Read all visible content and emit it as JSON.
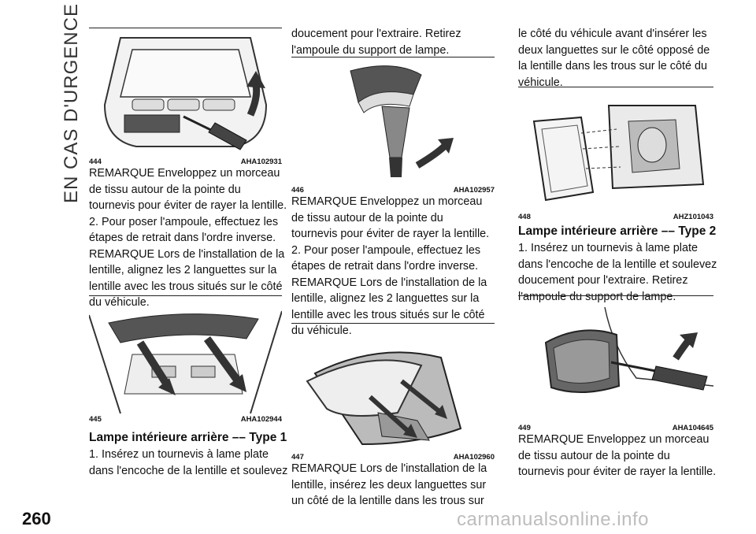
{
  "section_title": "EN CAS D'URGENCE",
  "page_number": "260",
  "watermark": "carmanualsonline.info",
  "col1": {
    "fig444": {
      "num": "444",
      "code": "AHA102931"
    },
    "p1": [
      "REMARQUE Enveloppez un morceau",
      "de tissu autour de la pointe du",
      "tournevis pour éviter de rayer la lentille.",
      "2. Pour poser l'ampoule, effectuez les",
      "étapes de retrait dans l'ordre inverse.",
      "REMARQUE Lors de l'installation de la",
      "lentille, alignez les 2 languettes sur la",
      "lentille avec les trous situés sur le côté",
      "du véhicule."
    ],
    "fig445": {
      "num": "445",
      "code": "AHA102944"
    },
    "heading": "Lampe intérieure arrière –– Type 1",
    "p2": [
      "1. Insérez un tournevis à lame plate",
      "dans l'encoche de la lentille et soulevez"
    ]
  },
  "col2": {
    "p0": [
      "doucement pour l'extraire. Retirez",
      "l'ampoule du support de lampe."
    ],
    "fig446": {
      "num": "446",
      "code": "AHA102957"
    },
    "p1": [
      "REMARQUE Enveloppez un morceau",
      "de tissu autour de la pointe du",
      "tournevis pour éviter de rayer la lentille.",
      "2. Pour poser l'ampoule, effectuez les",
      "étapes de retrait dans l'ordre inverse.",
      "REMARQUE Lors de l'installation de la",
      "lentille, alignez les 2 languettes sur la",
      "lentille avec les trous situés sur le côté",
      "du véhicule."
    ],
    "fig447": {
      "num": "447",
      "code": "AHA102960"
    },
    "p2": [
      "REMARQUE Lors de l'installation de la",
      "lentille, insérez les deux languettes sur",
      "un côté de la lentille dans les trous sur"
    ]
  },
  "col3": {
    "p0": [
      "le côté du véhicule avant d'insérer les",
      "deux languettes sur le côté opposé de",
      "la lentille dans les trous sur le côté du",
      "véhicule."
    ],
    "fig448": {
      "num": "448",
      "code": "AHZ101043"
    },
    "heading": "Lampe intérieure arrière –– Type 2",
    "p1": [
      "1. Insérez un tournevis à lame plate",
      "dans l'encoche de la lentille et soulevez",
      "doucement pour l'extraire. Retirez",
      "l'ampoule du support de lampe."
    ],
    "fig449": {
      "num": "449",
      "code": "AHA104645"
    },
    "p2": [
      "REMARQUE Enveloppez un morceau",
      "de tissu autour de la pointe du",
      "tournevis pour éviter de rayer la lentille."
    ]
  }
}
